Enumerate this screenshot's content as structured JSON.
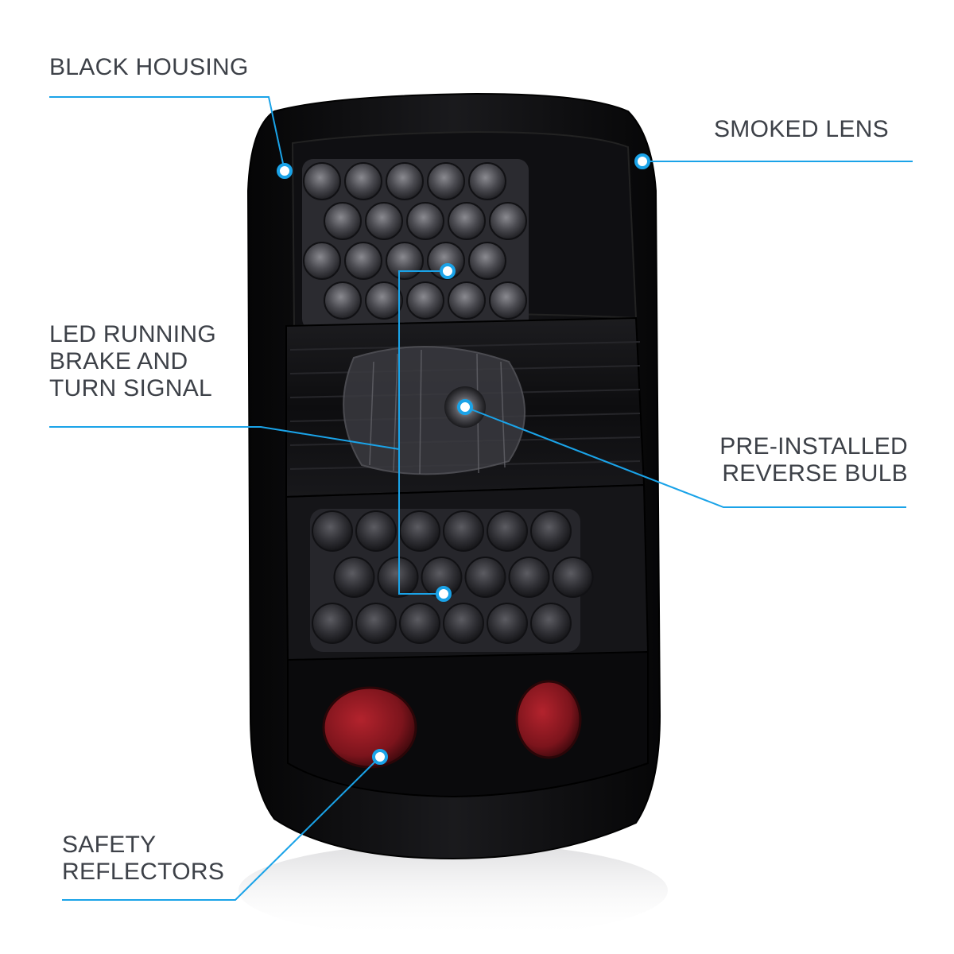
{
  "callouts": {
    "black_housing": {
      "lines": [
        "BLACK HOUSING"
      ]
    },
    "smoked_lens": {
      "lines": [
        "SMOKED LENS"
      ]
    },
    "led_running": {
      "lines": [
        "LED RUNNING",
        "BRAKE AND",
        "TURN SIGNAL"
      ]
    },
    "reverse_bulb": {
      "lines": [
        "PRE-INSTALLED",
        "REVERSE BULB"
      ]
    },
    "safety_reflectors": {
      "lines": [
        "SAFETY",
        "REFLECTORS"
      ]
    }
  },
  "colors": {
    "accent": "#1aa3e8",
    "housing": "#0b0b0d",
    "lens_smoke": "#2a2a2e",
    "reflector_red": "#8c1820",
    "label_text": "#3d4148"
  }
}
